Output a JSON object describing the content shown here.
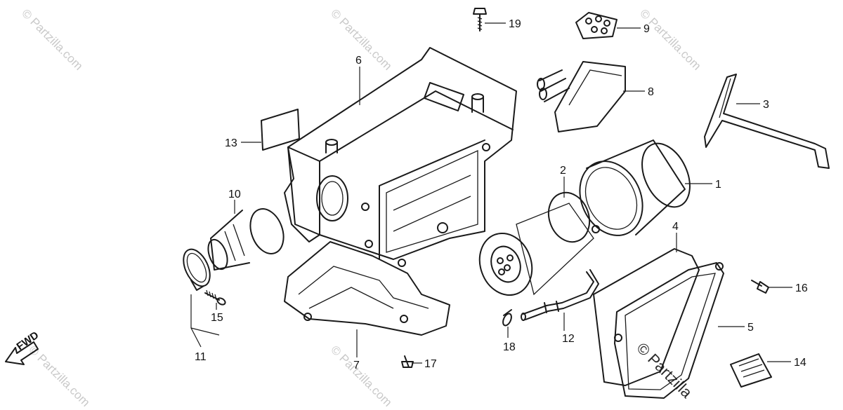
{
  "watermark": {
    "text": "© Partzilla.com",
    "bottom_text": "© Partzilla"
  },
  "direction_label": "FWD",
  "callouts": [
    {
      "id": "1",
      "label": "1"
    },
    {
      "id": "2",
      "label": "2"
    },
    {
      "id": "3",
      "label": "3"
    },
    {
      "id": "4",
      "label": "4"
    },
    {
      "id": "5",
      "label": "5"
    },
    {
      "id": "6",
      "label": "6"
    },
    {
      "id": "7",
      "label": "7"
    },
    {
      "id": "8",
      "label": "8"
    },
    {
      "id": "9",
      "label": "9"
    },
    {
      "id": "10",
      "label": "10"
    },
    {
      "id": "11",
      "label": "11"
    },
    {
      "id": "12",
      "label": "12"
    },
    {
      "id": "13",
      "label": "13"
    },
    {
      "id": "14",
      "label": "14"
    },
    {
      "id": "15",
      "label": "15"
    },
    {
      "id": "16",
      "label": "16"
    },
    {
      "id": "17",
      "label": "17"
    },
    {
      "id": "18",
      "label": "18"
    },
    {
      "id": "19",
      "label": "19"
    }
  ]
}
